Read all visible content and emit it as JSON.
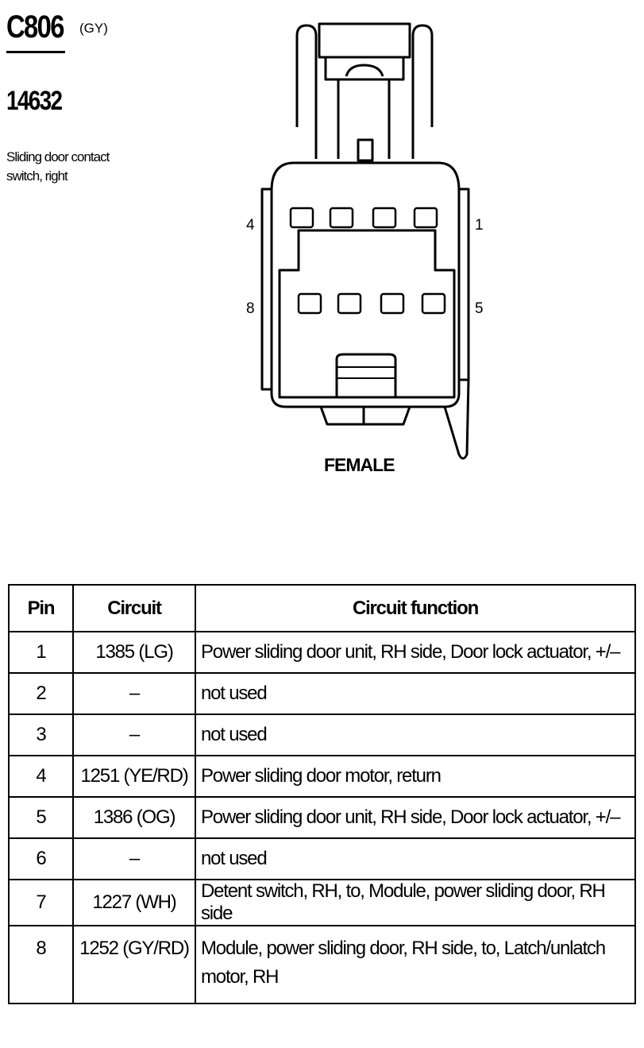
{
  "header": {
    "connector_id": "C806",
    "color_code": "(GY)",
    "part_number": "14632",
    "description_lines": [
      "Sliding door contact",
      "switch, right"
    ]
  },
  "diagram": {
    "pin_labels": {
      "top_left": "4",
      "top_right": "1",
      "bottom_left": "8",
      "bottom_right": "5"
    },
    "gender_label": "FEMALE"
  },
  "table": {
    "headers": [
      "Pin",
      "Circuit",
      "Circuit function"
    ],
    "rows": [
      [
        "1",
        "1385 (LG)",
        "Power sliding door unit, RH side, Door lock actuator, +/–"
      ],
      [
        "2",
        "–",
        "not used"
      ],
      [
        "3",
        "–",
        "not used"
      ],
      [
        "4",
        "1251 (YE/RD)",
        "Power sliding door motor, return"
      ],
      [
        "5",
        "1386 (OG)",
        "Power sliding door unit, RH side, Door lock actuator, +/–"
      ],
      [
        "6",
        "–",
        "not used"
      ],
      [
        "7",
        "1227 (WH)",
        "Detent switch, RH, to, Module, power sliding door, RH side"
      ],
      [
        "8",
        "1252 (GY/RD)",
        "Module, power sliding door, RH side, to, Latch/unlatch motor, RH"
      ]
    ]
  }
}
